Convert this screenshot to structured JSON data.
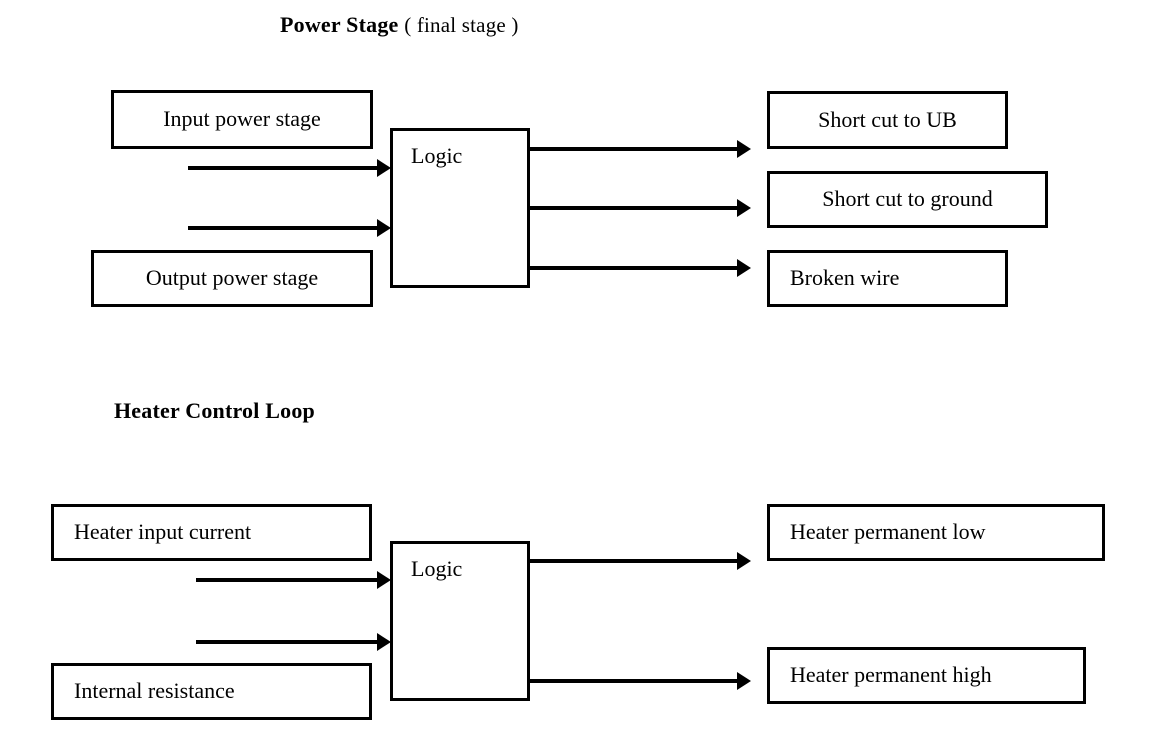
{
  "sections": [
    {
      "title_bold": "Power Stage",
      "title_normal": "( final stage )",
      "logic_label": "Logic",
      "inputs": [
        {
          "label": "Input power stage"
        },
        {
          "label": "Output power stage"
        }
      ],
      "outputs": [
        {
          "label": "Short cut to UB"
        },
        {
          "label": "Short cut to ground"
        },
        {
          "label": "Broken wire"
        }
      ]
    },
    {
      "title_bold": "Heater Control Loop",
      "title_normal": "",
      "logic_label": "Logic",
      "inputs": [
        {
          "label": "Heater input current"
        },
        {
          "label": "Internal resistance"
        }
      ],
      "outputs": [
        {
          "label": "Heater permanent low"
        },
        {
          "label": "Heater permanent high"
        }
      ]
    }
  ],
  "colors": {
    "stroke": "#000000",
    "background": "#ffffff",
    "text": "#000000"
  }
}
